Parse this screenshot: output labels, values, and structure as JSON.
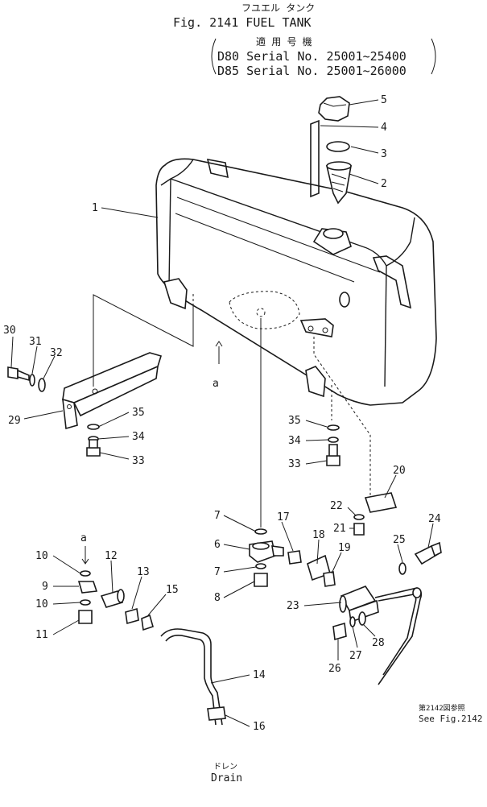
{
  "header": {
    "title_jp": "フユエル タンク",
    "title": "Fig. 2141  FUEL  TANK",
    "applicability_jp": "適 用 号 機",
    "serial_line_1": "D80  Serial  No.  25001~25400",
    "serial_line_2": "D85  Serial  No.  25001~26000"
  },
  "callouts": [
    "1",
    "2",
    "3",
    "4",
    "5",
    "6",
    "7",
    "7",
    "8",
    "9",
    "10",
    "10",
    "11",
    "12",
    "13",
    "14",
    "15",
    "16",
    "17",
    "18",
    "19",
    "20",
    "21",
    "22",
    "23",
    "24",
    "25",
    "26",
    "27",
    "28",
    "29",
    "30",
    "31",
    "32",
    "33",
    "33",
    "34",
    "34",
    "35",
    "35"
  ],
  "markers": {
    "ref_a_upper": "a",
    "ref_a_lower": "a"
  },
  "notes": {
    "drain_jp": "ドレン",
    "drain": "Drain",
    "see_ref_jp": "第2142図参照",
    "see_ref": "See  Fig.2142"
  }
}
